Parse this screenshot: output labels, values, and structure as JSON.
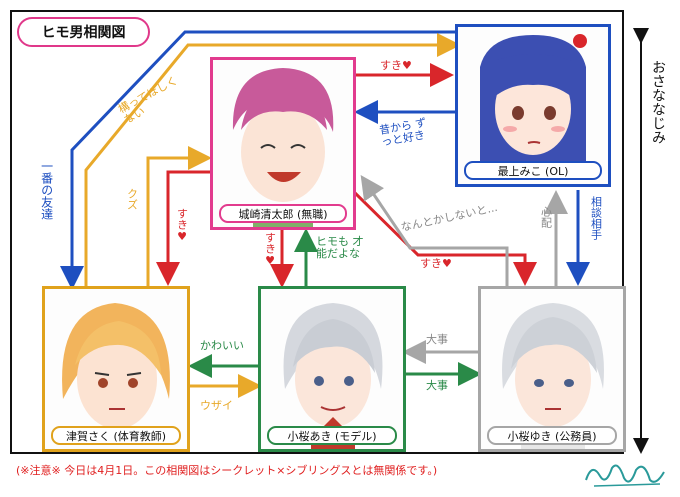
{
  "title": "ヒモ男相関図",
  "side_label": "おさななじみ",
  "footer_note": "(※注意※ 今日は4月1日。この相関図はシークレット×シブリングスとは無関係です。)",
  "characters": [
    {
      "id": "kiyotaro",
      "name": "城崎清太郎 (無職)",
      "color": "#e23b8e"
    },
    {
      "id": "miko",
      "name": "最上みこ (OL)",
      "color": "#1e4fc0"
    },
    {
      "id": "saku",
      "name": "津賀さく (体育教師)",
      "color": "#e0a21c"
    },
    {
      "id": "aki",
      "name": "小桜あき (モデル)",
      "color": "#2a8a48"
    },
    {
      "id": "yuki",
      "name": "小桜ゆき (公務員)",
      "color": "#a6a6a6"
    }
  ],
  "relations": {
    "kiyotaro_to_miko": "すき♥",
    "miko_to_kiyotaro": "昔から ずっと好き",
    "saku_to_miko": "構ってほしくない",
    "miko_saku_vertical": "一番の友達",
    "saku_to_kiyotaro": "クズ",
    "kiyotaro_to_saku": "すき♥",
    "kiyotaro_to_aki": "すき♥",
    "aki_to_kiyotaro": "ヒモも 才能だよな",
    "kiyotaro_to_yuki": "すき♥",
    "yuki_to_kiyotaro": "なんとかしないと...",
    "yuki_to_miko": "心配",
    "miko_to_yuki": "相談相手",
    "aki_to_saku": "かわいい",
    "saku_to_aki": "ウザイ",
    "yuki_to_aki": "大事",
    "aki_to_yuki": "大事"
  },
  "colors": {
    "blue": "#1e4fc0",
    "red": "#d9262b",
    "gold": "#e8a92a",
    "green": "#2a8a48",
    "gray": "#a6a6a6",
    "pink": "#e0388a"
  }
}
